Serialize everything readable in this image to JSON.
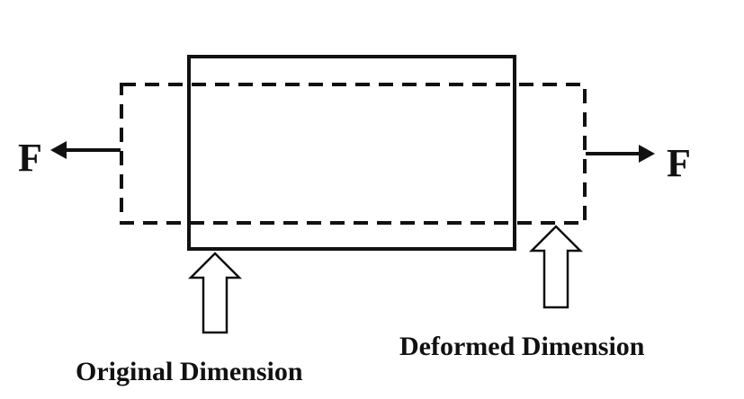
{
  "labels": {
    "force_left": "F",
    "force_right": "F",
    "original": "Original Dimension",
    "deformed": "Deformed Dimension"
  }
}
